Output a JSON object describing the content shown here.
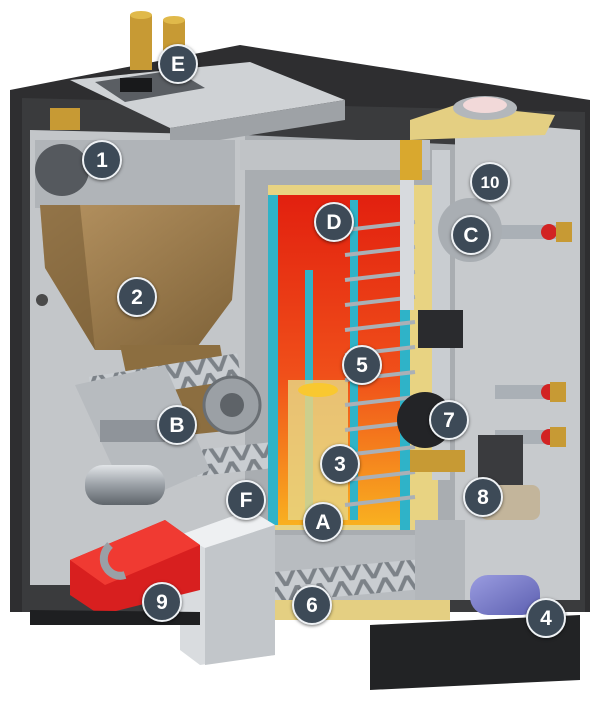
{
  "colors": {
    "background": "#ffffff",
    "cabinet": "#2e2e30",
    "panel": "#b9bcbf",
    "hopper": "#a3834f",
    "flame_hot": "#e52a12",
    "flame_warm": "#f7a21b",
    "insulation": "#2fb3c8",
    "fireclay": "#e8d382",
    "tank": "#d81f1f",
    "marker_fill": "#3d4a57",
    "marker_text": "#ffffff"
  },
  "markers": [
    {
      "id": "1",
      "label": "1"
    },
    {
      "id": "2",
      "label": "2"
    },
    {
      "id": "3",
      "label": "3"
    },
    {
      "id": "4",
      "label": "4"
    },
    {
      "id": "5",
      "label": "5"
    },
    {
      "id": "6",
      "label": "6"
    },
    {
      "id": "7",
      "label": "7"
    },
    {
      "id": "8",
      "label": "8"
    },
    {
      "id": "9",
      "label": "9"
    },
    {
      "id": "10",
      "label": "10"
    },
    {
      "id": "A",
      "label": "A"
    },
    {
      "id": "B",
      "label": "B"
    },
    {
      "id": "C",
      "label": "C"
    },
    {
      "id": "D",
      "label": "D"
    },
    {
      "id": "E",
      "label": "E"
    },
    {
      "id": "F",
      "label": "F"
    }
  ]
}
